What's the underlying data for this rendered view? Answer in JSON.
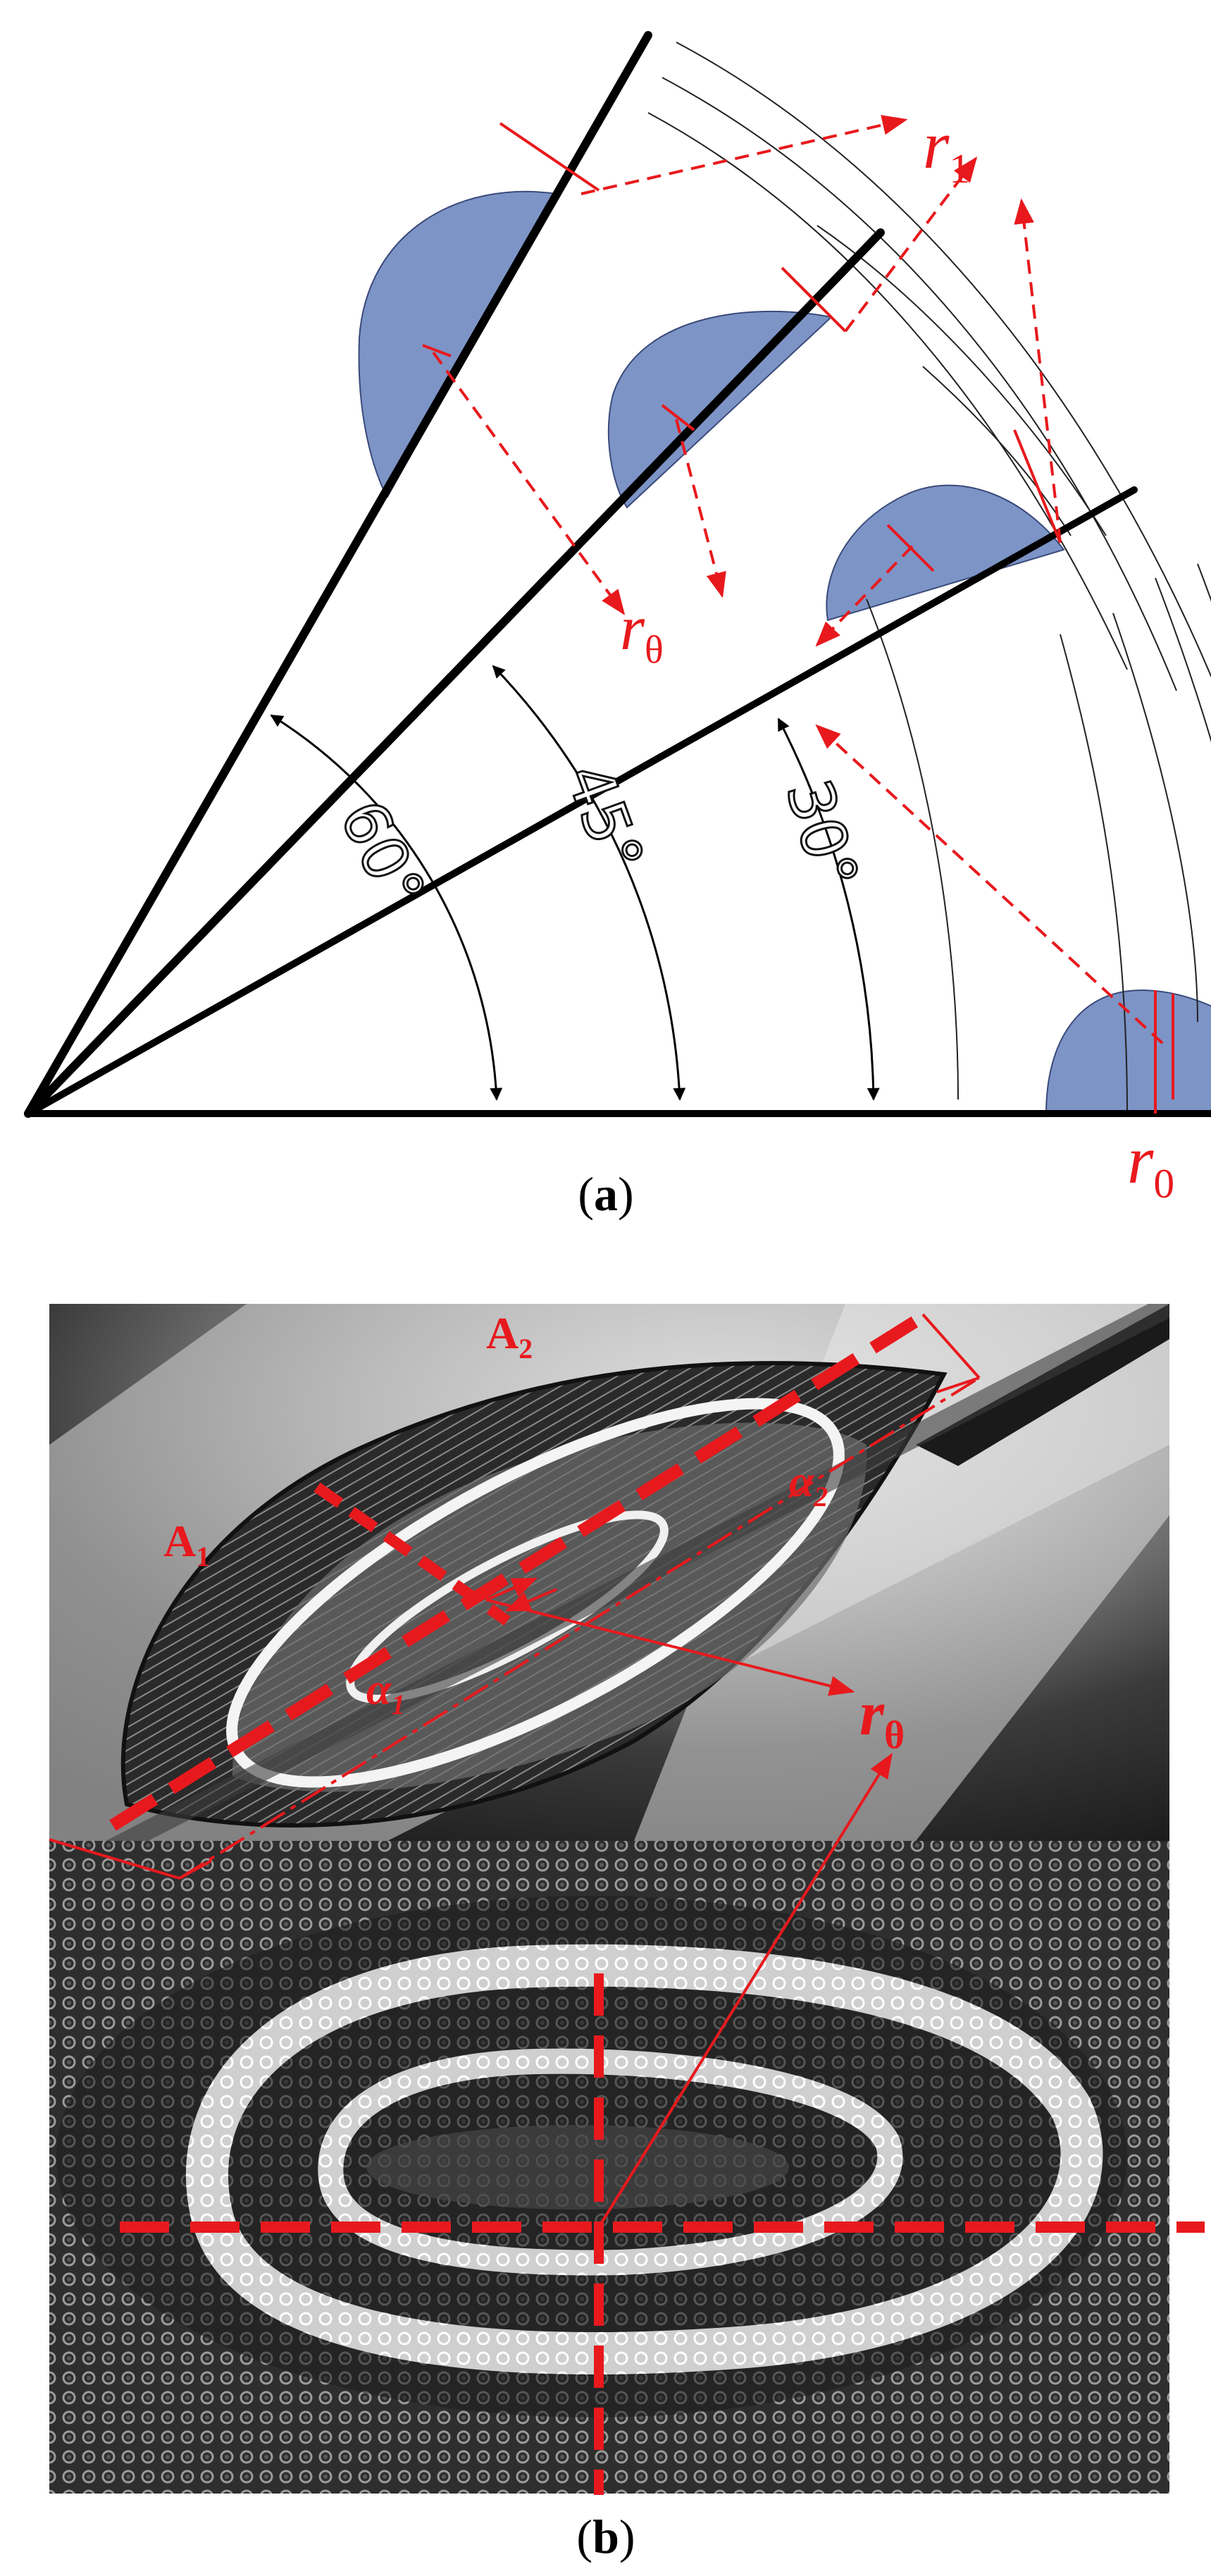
{
  "panel_a": {
    "angles": [
      "60°",
      "45°",
      "30°"
    ],
    "labels": {
      "r1_main": "r",
      "r1_sub": "1",
      "rtheta_main": "r",
      "rtheta_sub": "θ",
      "r0_main": "r",
      "r0_sub": "0"
    },
    "caption_letter": "a"
  },
  "panel_b": {
    "labels": {
      "A2_main": "A",
      "A2_sub": "2",
      "A1_main": "A",
      "A1_sub": "1",
      "alpha1_main": "α",
      "alpha1_sub": "1",
      "alpha2_main": "α",
      "alpha2_sub": "2",
      "rtheta_main": "r",
      "rtheta_sub": "θ"
    },
    "caption_letter": "b"
  },
  "colors": {
    "red": "#e8191d",
    "droplet_fill": "#7d94c6",
    "line": "#000000"
  }
}
